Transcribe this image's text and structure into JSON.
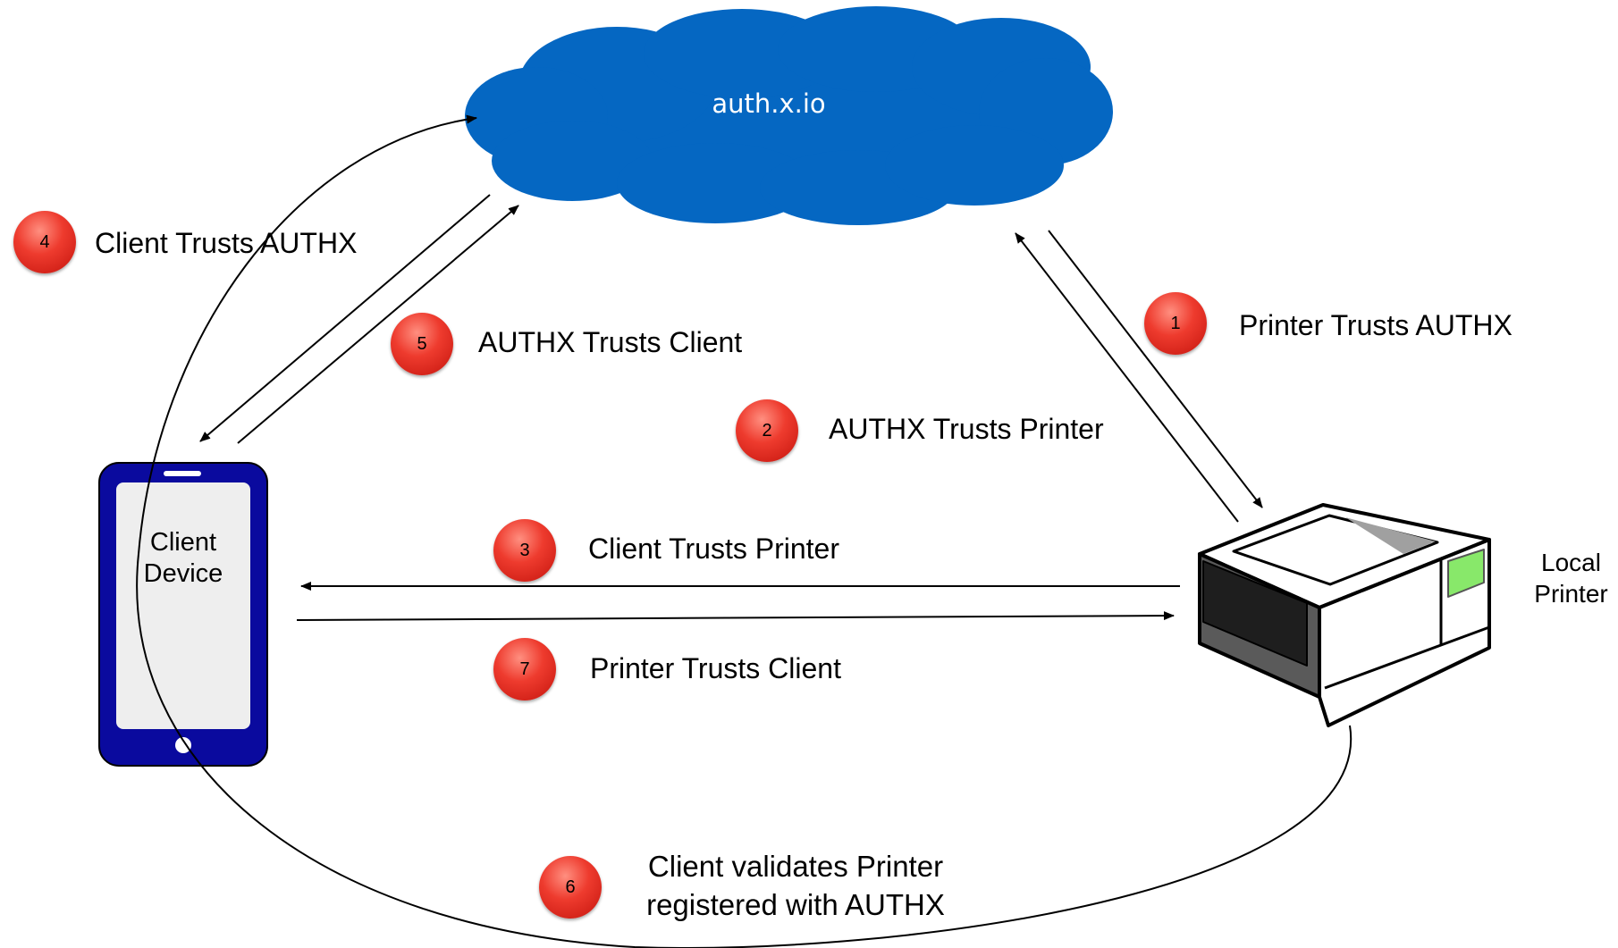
{
  "nodes": {
    "cloud": {
      "label": "auth.x.io",
      "color": "#0567c2"
    },
    "client": {
      "label_line1": "Client",
      "label_line2": "Device",
      "color": "#0a0a9e"
    },
    "printer": {
      "label_line1": "Local",
      "label_line2": "Printer"
    }
  },
  "steps": [
    {
      "number": "1",
      "label": "Printer Trusts AUTHX"
    },
    {
      "number": "2",
      "label": "AUTHX Trusts Printer"
    },
    {
      "number": "3",
      "label": "Client Trusts Printer"
    },
    {
      "number": "4",
      "label": "Client Trusts AUTHX"
    },
    {
      "number": "5",
      "label": "AUTHX Trusts Client"
    },
    {
      "number": "6",
      "label_line1": "Client validates Printer",
      "label_line2": "registered with AUTHX"
    },
    {
      "number": "7",
      "label": "Printer Trusts Client"
    }
  ],
  "colors": {
    "step_badge": "#e8392c",
    "arrow": "#000000"
  }
}
